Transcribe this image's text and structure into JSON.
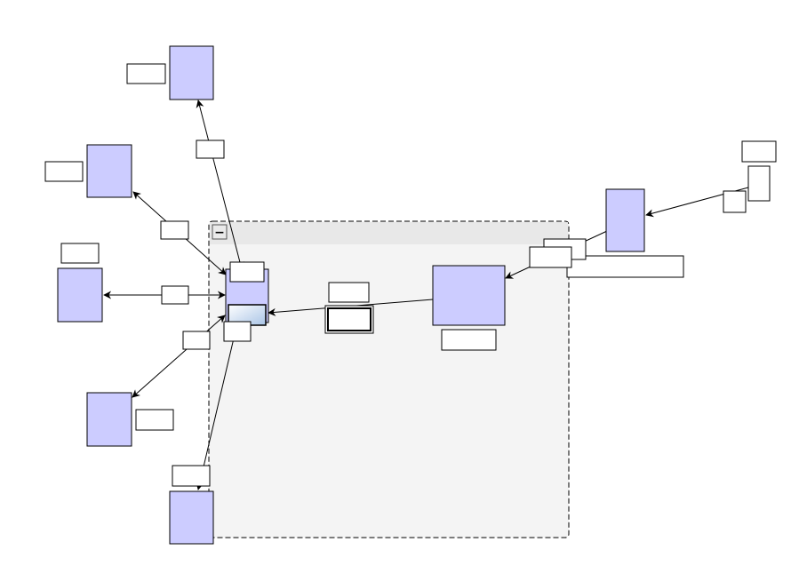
{
  "colors": {
    "background": "#ffffff",
    "node_fill": "#ccccff",
    "node_stroke": "#000000",
    "label_fill": "#ffffff",
    "group_fill": "#f4f4f4",
    "group_header_fill": "#e8e8e8",
    "group_stroke": "#000000",
    "edge_stroke": "#000000",
    "port_gradient_start": "#ffffff",
    "port_gradient_end": "#a9c4e6"
  },
  "group": {
    "collapse_icon": "minus-icon",
    "collapse_symbol": "−",
    "border_style": "dashed"
  },
  "nodes": [
    {
      "id": "n-top"
    },
    {
      "id": "n-upper-left"
    },
    {
      "id": "n-mid-left"
    },
    {
      "id": "n-lower-left"
    },
    {
      "id": "n-bottom"
    },
    {
      "id": "n-right"
    },
    {
      "id": "n-hub"
    },
    {
      "id": "n-center-right"
    }
  ],
  "labels": [
    {
      "id": "label-top",
      "text": ""
    },
    {
      "id": "label-upper-left",
      "text": ""
    },
    {
      "id": "label-mid-left",
      "text": ""
    },
    {
      "id": "label-lower-left",
      "text": ""
    },
    {
      "id": "label-bottom",
      "text": ""
    },
    {
      "id": "label-right-top",
      "text": ""
    },
    {
      "id": "label-right-side",
      "text": ""
    },
    {
      "id": "label-right-wide",
      "text": ""
    },
    {
      "id": "label-hub",
      "text": ""
    },
    {
      "id": "label-hub-lower",
      "text": ""
    },
    {
      "id": "label-center",
      "text": ""
    },
    {
      "id": "label-center-right",
      "text": ""
    },
    {
      "id": "label-edge-top",
      "text": ""
    },
    {
      "id": "label-edge-upper-left",
      "text": ""
    },
    {
      "id": "label-edge-mid-left",
      "text": ""
    },
    {
      "id": "label-edge-lower-left",
      "text": ""
    },
    {
      "id": "label-edge-right",
      "text": ""
    },
    {
      "id": "label-edge-right-in",
      "text": ""
    }
  ],
  "edges": [
    {
      "id": "edge-hub-top",
      "from": "n-hub",
      "to": "n-top",
      "arrows": "both"
    },
    {
      "id": "edge-hub-upper-left",
      "from": "n-hub",
      "to": "n-upper-left",
      "arrows": "both"
    },
    {
      "id": "edge-hub-mid-left",
      "from": "n-hub",
      "to": "n-mid-left",
      "arrows": "both"
    },
    {
      "id": "edge-hub-lower-left",
      "from": "n-hub",
      "to": "n-lower-left",
      "arrows": "both"
    },
    {
      "id": "edge-hub-bottom",
      "from": "n-hub",
      "to": "n-bottom",
      "arrows": "both"
    },
    {
      "id": "edge-center-right-hub",
      "from": "n-center-right",
      "to": "n-hub",
      "arrows": "end"
    },
    {
      "id": "edge-right-center-right",
      "from": "n-right",
      "to": "n-center-right",
      "arrows": "end"
    },
    {
      "id": "edge-incoming-right",
      "from": "external",
      "to": "n-right",
      "arrows": "end"
    }
  ]
}
